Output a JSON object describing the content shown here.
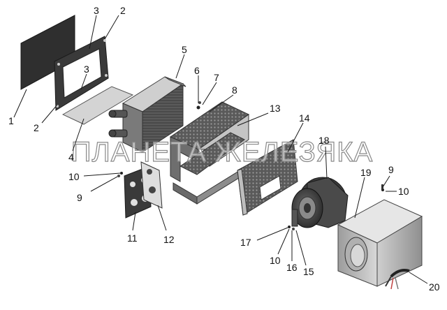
{
  "watermark": "ПЛАНЕТА ЖЕЛЕЗЯКА",
  "callouts": {
    "c1": "1",
    "c2a": "2",
    "c2b": "2",
    "c3a": "3",
    "c3b": "3",
    "c4": "4",
    "c5": "5",
    "c6": "6",
    "c7": "7",
    "c8": "8",
    "c9a": "9",
    "c9b": "9",
    "c10a": "10",
    "c10b": "10",
    "c10c": "10",
    "c11": "11",
    "c12": "12",
    "c13": "13",
    "c14": "14",
    "c15": "15",
    "c16": "16",
    "c17": "17",
    "c18": "18",
    "c19": "19",
    "c20": "20"
  }
}
